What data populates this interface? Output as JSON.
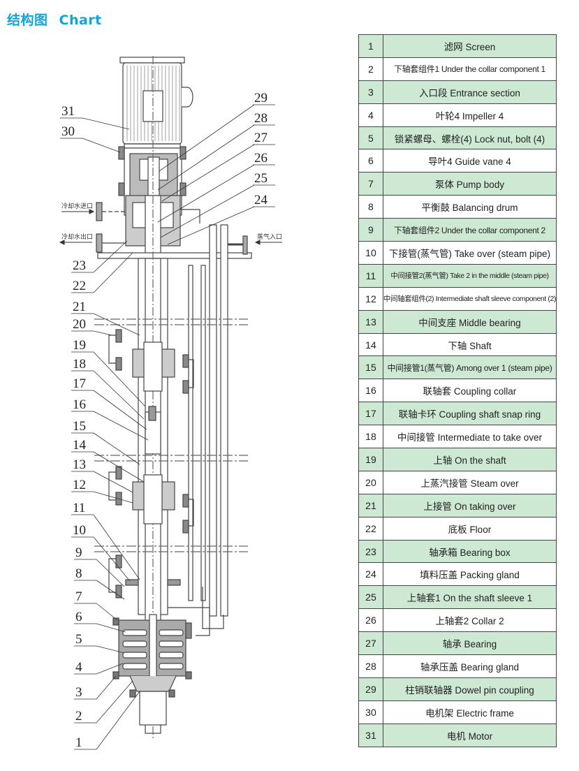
{
  "header": {
    "title_cn": "结构图",
    "title_en": "Chart",
    "accent_color": "#12a3db"
  },
  "drawing": {
    "labels": {
      "cooling_water_inlet": "冷却水进口",
      "cooling_water_outlet": "冷却水出口",
      "steam_inlet": "蒸气入口"
    },
    "callouts": [
      "1",
      "2",
      "3",
      "4",
      "5",
      "6",
      "7",
      "8",
      "9",
      "10",
      "11",
      "12",
      "13",
      "14",
      "15",
      "16",
      "17",
      "18",
      "19",
      "20",
      "21",
      "22",
      "23",
      "24",
      "25",
      "26",
      "27",
      "28",
      "29",
      "30",
      "31"
    ]
  },
  "parts_table": {
    "row_highlight_color": "#cde8d3",
    "rows": [
      {
        "no": "1",
        "name": "滤网 Screen"
      },
      {
        "no": "2",
        "name": "下轴套组件1 Under the collar component 1"
      },
      {
        "no": "3",
        "name": "入口段 Entrance section"
      },
      {
        "no": "4",
        "name": "叶轮4 Impeller 4"
      },
      {
        "no": "5",
        "name": "锁紧螺母、螺栓(4) Lock nut, bolt (4)"
      },
      {
        "no": "6",
        "name": "导叶4 Guide vane 4"
      },
      {
        "no": "7",
        "name": "泵体 Pump body"
      },
      {
        "no": "8",
        "name": "平衡鼓 Balancing drum"
      },
      {
        "no": "9",
        "name": "下轴套组件2 Under the collar component 2"
      },
      {
        "no": "10",
        "name": "下接管(蒸气管)  Take over (steam pipe)"
      },
      {
        "no": "11",
        "name": "中间接管2(蒸气管) Take 2 in the middle (steam pipe)"
      },
      {
        "no": "12",
        "name": "中间轴套组件(2) Intermediate shaft sleeve component (2)"
      },
      {
        "no": "13",
        "name": "中间支座 Middle bearing"
      },
      {
        "no": "14",
        "name": "下轴 Shaft"
      },
      {
        "no": "15",
        "name": "中间接管1(蒸气管) Among over 1 (steam pipe)"
      },
      {
        "no": "16",
        "name": "联轴套 Coupling collar"
      },
      {
        "no": "17",
        "name": "联轴卡环 Coupling shaft snap ring"
      },
      {
        "no": "18",
        "name": "中间接管 Intermediate to take over"
      },
      {
        "no": "19",
        "name": "上轴 On the shaft"
      },
      {
        "no": "20",
        "name": "上蒸汽接管 Steam over"
      },
      {
        "no": "21",
        "name": "上接管 On taking over"
      },
      {
        "no": "22",
        "name": "底板 Floor"
      },
      {
        "no": "23",
        "name": "轴承箱 Bearing box"
      },
      {
        "no": "24",
        "name": "填料压盖 Packing gland"
      },
      {
        "no": "25",
        "name": "上轴套1 On the shaft sleeve 1"
      },
      {
        "no": "26",
        "name": "上轴套2 Collar 2"
      },
      {
        "no": "27",
        "name": "轴承 Bearing"
      },
      {
        "no": "28",
        "name": "轴承压盖 Bearing gland"
      },
      {
        "no": "29",
        "name": "柱销联轴器 Dowel pin coupling"
      },
      {
        "no": "30",
        "name": "电机架 Electric frame"
      },
      {
        "no": "31",
        "name": "电机 Motor"
      }
    ]
  }
}
